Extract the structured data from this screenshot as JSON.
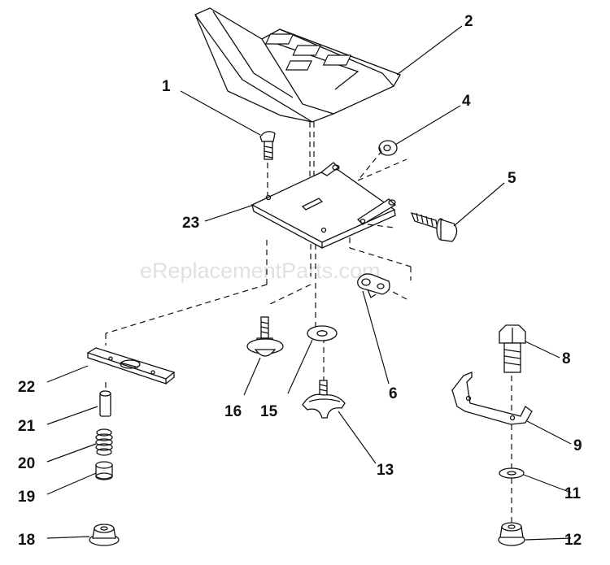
{
  "watermark": "eReplacementParts.com",
  "callouts": {
    "c1": "1",
    "c2": "2",
    "c4": "4",
    "c5": "5",
    "c6": "6",
    "c8": "8",
    "c9": "9",
    "c11": "11",
    "c12": "12",
    "c13": "13",
    "c15": "15",
    "c16": "16",
    "c18": "18",
    "c19": "19",
    "c20": "20",
    "c21": "21",
    "c22": "22",
    "c23": "23"
  }
}
